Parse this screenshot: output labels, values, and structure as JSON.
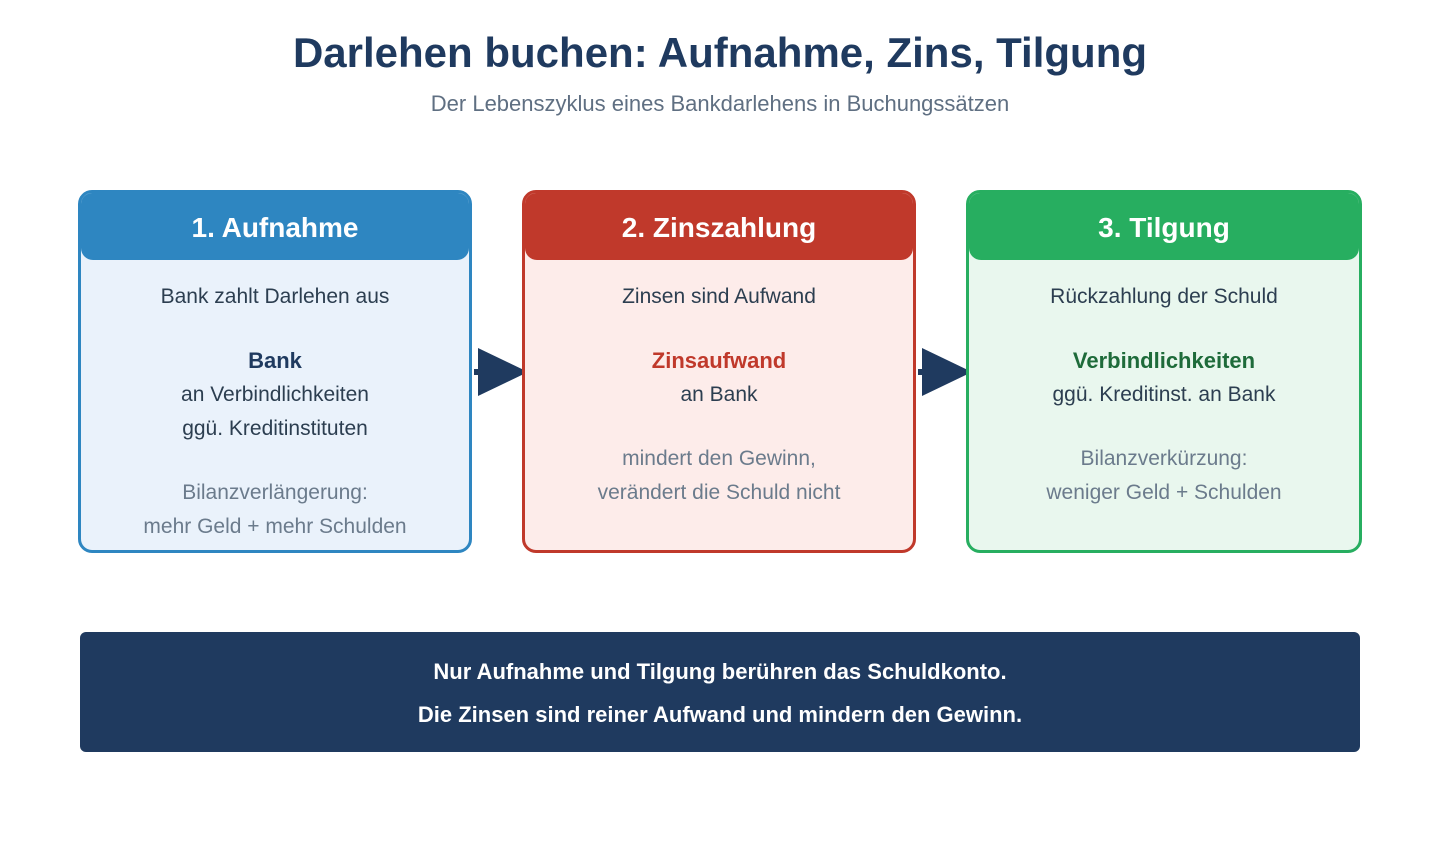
{
  "header": {
    "title": "Darlehen buchen: Aufnahme, Zins, Tilgung",
    "subtitle": "Der Lebenszyklus eines Bankdarlehens in Buchungssätzen"
  },
  "colors": {
    "primary_dark": "#1f3a5f",
    "step1": "#2e86c1",
    "step2": "#c0392b",
    "step3": "#27ae60"
  },
  "steps": [
    {
      "title": "1. Aufnahme",
      "intro": "Bank zahlt Darlehen aus",
      "account": "Bank",
      "booking_lines": [
        "an Verbindlichkeiten",
        "ggü. Kreditinstituten"
      ],
      "note_lines": [
        "Bilanzverlängerung:",
        "mehr Geld + mehr Schulden"
      ]
    },
    {
      "title": "2. Zinszahlung",
      "intro": "Zinsen sind Aufwand",
      "account": "Zinsaufwand",
      "booking_lines": [
        "an Bank"
      ],
      "note_lines": [
        "mindert den Gewinn,",
        "verändert die Schuld nicht"
      ]
    },
    {
      "title": "3. Tilgung",
      "intro": "Rückzahlung der Schuld",
      "account": "Verbindlichkeiten",
      "booking_lines": [
        "ggü. Kreditinst. an Bank"
      ],
      "note_lines": [
        "Bilanzverkürzung:",
        "weniger Geld + Schulden"
      ]
    }
  ],
  "summary": {
    "line1": "Nur Aufnahme und Tilgung berühren das Schuldkonto.",
    "line2": "Die Zinsen sind reiner Aufwand und mindern den Gewinn."
  }
}
